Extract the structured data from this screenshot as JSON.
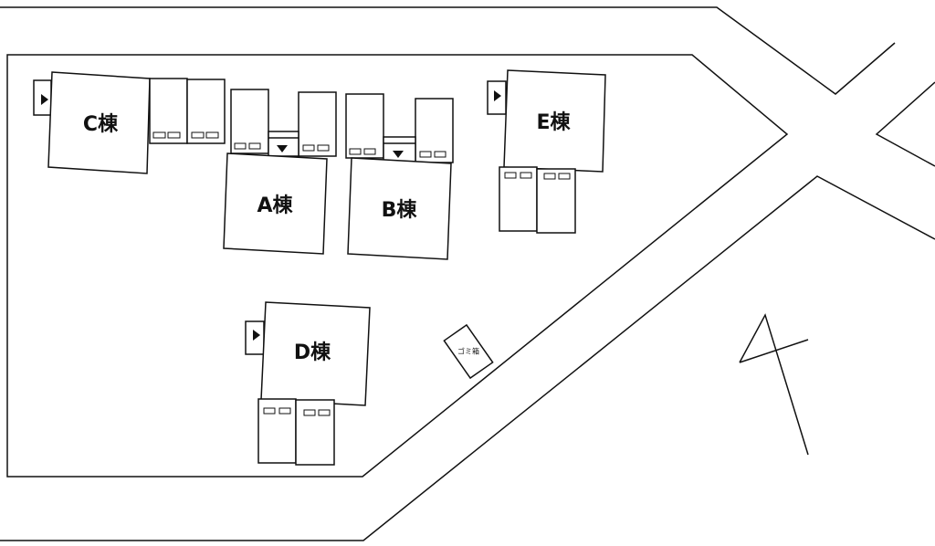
{
  "buildings": {
    "a": {
      "label": "A棟"
    },
    "b": {
      "label": "B棟"
    },
    "c": {
      "label": "C棟"
    },
    "d": {
      "label": "D棟"
    },
    "e": {
      "label": "E棟"
    }
  },
  "trash": {
    "label": "ゴミ箱"
  },
  "colors": {
    "line": "#111111",
    "background": "#ffffff"
  }
}
